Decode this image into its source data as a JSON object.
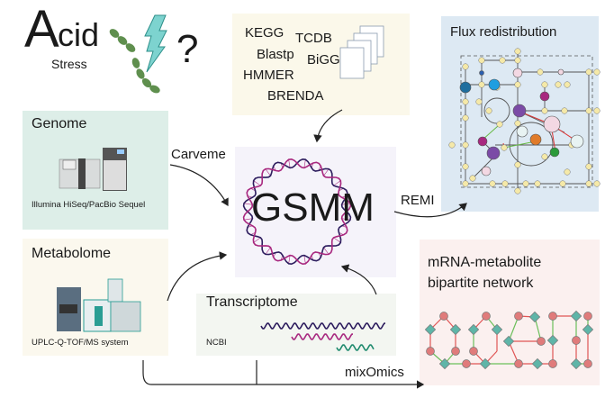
{
  "header": {
    "acid_letter": "A",
    "acid_rest": "cid",
    "stress": "Stress",
    "question": "?"
  },
  "databases": [
    "KEGG",
    "TCDB",
    "Blastp",
    "BiGG",
    "HMMER",
    "BRENDA"
  ],
  "genome": {
    "title": "Genome",
    "instrument": "Illumina HiSeq/PacBio Sequel"
  },
  "metabolome": {
    "title": "Metabolome",
    "instrument": "UPLC-Q-TOF/MS system"
  },
  "transcriptome": {
    "title": "Transcriptome",
    "source": "NCBI"
  },
  "gsmm": {
    "title": "GSMM"
  },
  "flux": {
    "title": "Flux redistribution"
  },
  "bipartite": {
    "title_line1": "mRNA-metabolite",
    "title_line2": "bipartite network"
  },
  "arrows": {
    "carveme": "Carveme",
    "remi": "REMI",
    "mixomics": "mixOmics"
  },
  "colors": {
    "genome_bg": "#ddeee8",
    "metabolome_bg": "#fbf8ee",
    "db_bg": "#fbf8ea",
    "gsmm_bg": "#f5f3fa",
    "transcriptome_bg": "#f3f6f1",
    "flux_bg": "#dde9f3",
    "bipartite_bg": "#fbf0ef",
    "dna_purple": "#2d1d5e",
    "dna_magenta": "#a8287f",
    "bolt": "#7dd3cf",
    "bacteria": "#5f8f4e",
    "mrna_node": "#e07b7b",
    "metabolite_node": "#5fb5a8"
  }
}
